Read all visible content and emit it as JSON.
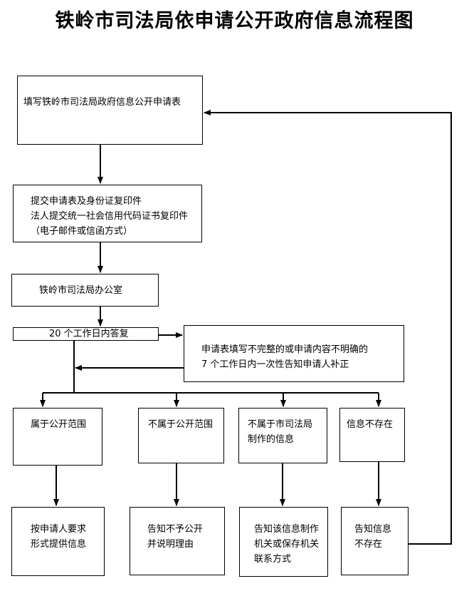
{
  "title": "铁岭市司法局依申请公开政府信息流程图",
  "nodes": {
    "fill_form": {
      "lines": [
        "填写铁岭市司法局政府信息公开申请表"
      ]
    },
    "submit": {
      "lines": [
        "提交申请表及身份证复印件",
        "法人提交统一社会信用代码证书复印件",
        "（电子邮件或信函方式）"
      ]
    },
    "office": {
      "lines": [
        "铁岭市司法局办公室"
      ]
    },
    "reply": {
      "lines": [
        "20 个工作日内答复"
      ]
    },
    "incomplete": {
      "lines": [
        "申请表填写不完整的或申请内容不明确的",
        "7 个工作日内一次性告知申请人补正"
      ]
    },
    "public": {
      "lines": [
        "属于公开范围"
      ]
    },
    "not_public": {
      "lines": [
        "不属于公开范围"
      ]
    },
    "not_made": {
      "lines": [
        "不属于市司法局",
        "制作的信息"
      ]
    },
    "not_exist": {
      "lines": [
        "信息不存在"
      ]
    },
    "provide": {
      "lines": [
        "按申请人要求",
        "形式提供信息"
      ]
    },
    "refuse": {
      "lines": [
        "告知不予公开",
        "并说明理由"
      ]
    },
    "contact": {
      "lines": [
        "告知该信息制作",
        "机关或保存机关",
        "联系方式"
      ]
    },
    "notify_none": {
      "lines": [
        "告知信息",
        "不存在"
      ]
    }
  },
  "colors": {
    "line": "#000000",
    "background": "#ffffff"
  }
}
